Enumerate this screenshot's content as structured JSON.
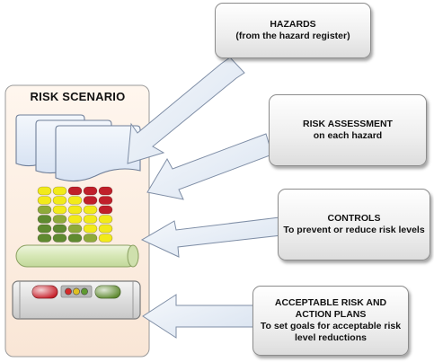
{
  "scenario": {
    "title": "RISK SCENARIO"
  },
  "callouts": {
    "hazards": {
      "title": "HAZARDS",
      "subtitle": "(from the hazard register)"
    },
    "assessment": {
      "title": "RISK ASSESSMENT",
      "subtitle": "on each hazard"
    },
    "controls": {
      "title": "CONTROLS",
      "subtitle": "To prevent or reduce risk levels"
    },
    "acceptable": {
      "title_line1": "ACCEPTABLE  RISK AND",
      "title_line2": "ACTION PLANS",
      "subtitle_line1": "To set goals for acceptable risk",
      "subtitle_line2": "level reductions"
    }
  },
  "colors": {
    "panel_fill": "#fcefe4",
    "panel_border": "#999999",
    "doc_fill": "#e3ecf8",
    "doc_border": "#6f7f99",
    "arrow_fill": "#e4ecf6",
    "arrow_border": "#7f8ea6",
    "risk_red": "#c0202a",
    "risk_yellow": "#f2ea1a",
    "risk_olive": "#8faa3a",
    "risk_green": "#5f8a30",
    "control_fill": "#d7e8b8",
    "device_fill": "#dadada"
  },
  "risk_matrix": [
    [
      "yellow",
      "yellow",
      "red",
      "red",
      "red"
    ],
    [
      "yellow",
      "yellow",
      "yellow",
      "red",
      "red"
    ],
    [
      "olive",
      "yellow",
      "yellow",
      "yellow",
      "red"
    ],
    [
      "green",
      "olive",
      "yellow",
      "yellow",
      "yellow"
    ],
    [
      "green",
      "green",
      "olive",
      "yellow",
      "yellow"
    ],
    [
      "green",
      "green",
      "green",
      "olive",
      "yellow"
    ]
  ],
  "indicator_lights": [
    "red",
    "olive",
    "green"
  ]
}
